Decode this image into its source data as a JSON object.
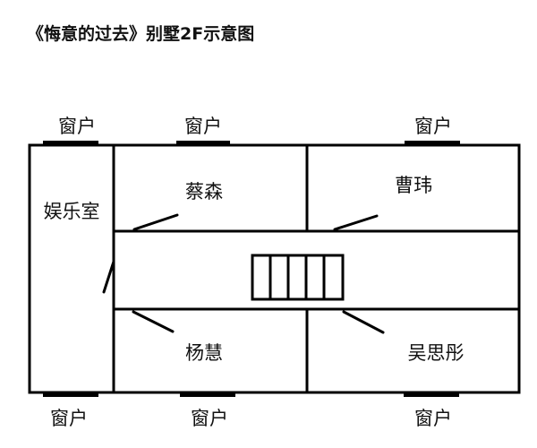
{
  "title": "《悔意的过去》别墅2F示意图",
  "window_label": "窗户",
  "rooms": {
    "entertainment": "娱乐室",
    "top_left": "蔡森",
    "top_right": "曹玮",
    "bottom_left": "杨慧",
    "bottom_right": "吴思彤"
  }
}
